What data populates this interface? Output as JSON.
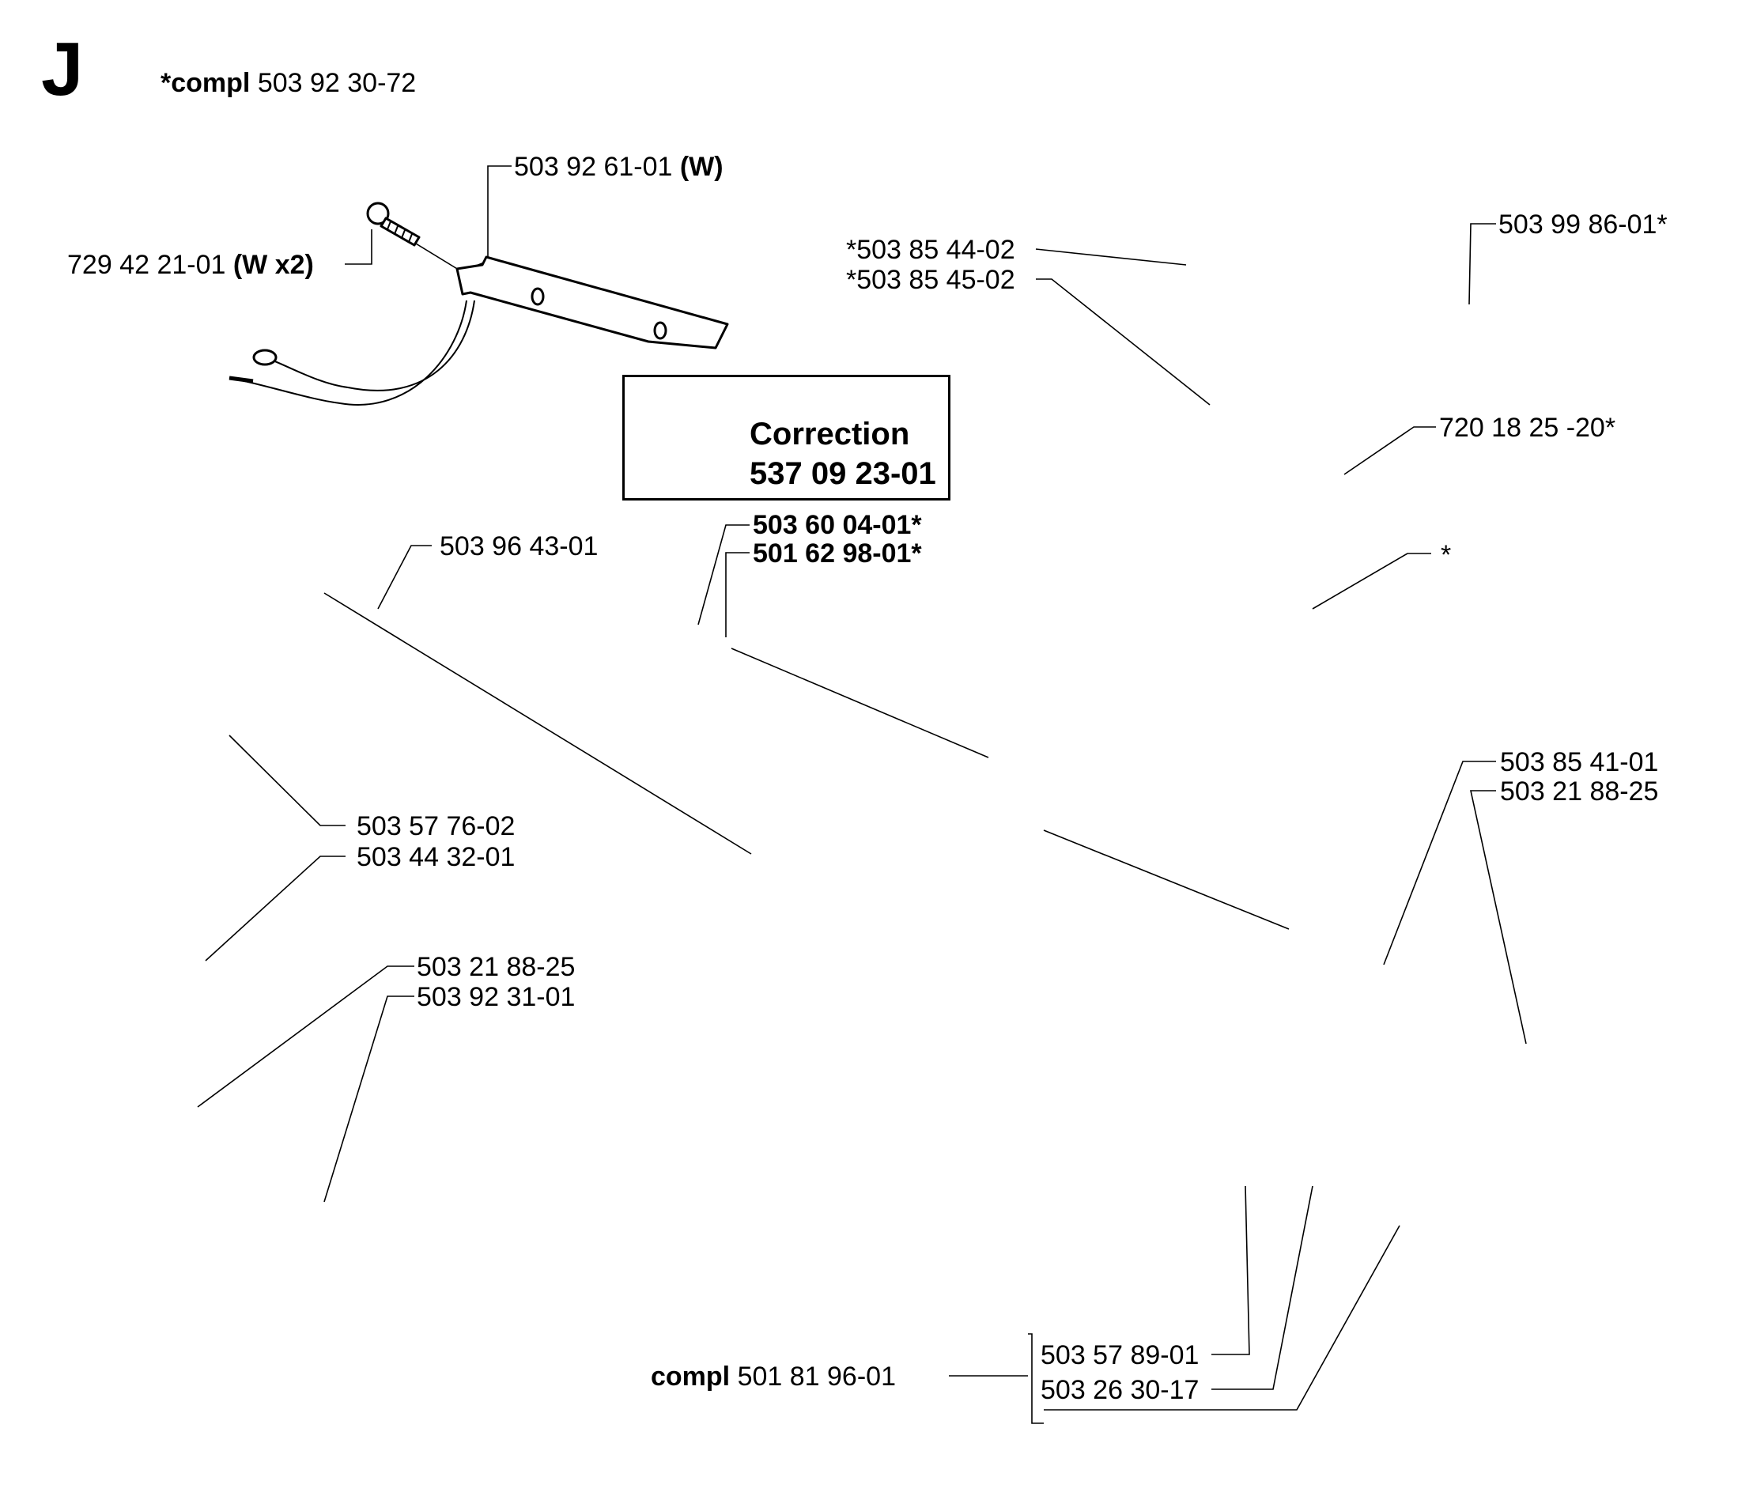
{
  "header": {
    "section_letter": "J",
    "compl_prefix": "*compl",
    "compl_number": "503 92 30-72"
  },
  "correction": {
    "title": "Correction",
    "number": "537 09 23-01"
  },
  "labels": {
    "bracket_number": "503 92 61-01",
    "bracket_suffix": "(W)",
    "screw_number": "729 42 21-01",
    "screw_suffix": "(W x2)",
    "trigger_a": "*503 85 44-02",
    "trigger_b": "*503 85 45-02",
    "spring_small": "503 99 86-01*",
    "pin": "720 18 25 -20*",
    "bumper_1": "503 60 04-01*",
    "bumper_2": "501 62 98-01*",
    "handle_star": "*",
    "guard": "503 96 43-01",
    "fuel_hose": "503 57 76-02",
    "fuel_filter": "503 44 32-01",
    "av_screw_right": "503 85 41-01",
    "av_spring_right": "503 21 88-25",
    "av_screw_left": "503 21 88-25",
    "av_spring_left": "503 92 31-01",
    "cap_retainer": "503 57 89-01",
    "cap_oring": "503 26 30-17",
    "cap_compl_prefix": "compl",
    "cap_compl_number": "501 81 96-01"
  },
  "icons": [
    "screw-icon",
    "bracket-icon",
    "wire-harness-icon",
    "trigger-icon",
    "spring-icon",
    "pin-icon",
    "bumper-icon",
    "guard-icon",
    "fuel-hose-icon",
    "fuel-filter-icon",
    "av-spring-icon",
    "fuel-cap-icon",
    "o-ring-icon",
    "handle-housing-icon",
    "fitting-icon"
  ]
}
